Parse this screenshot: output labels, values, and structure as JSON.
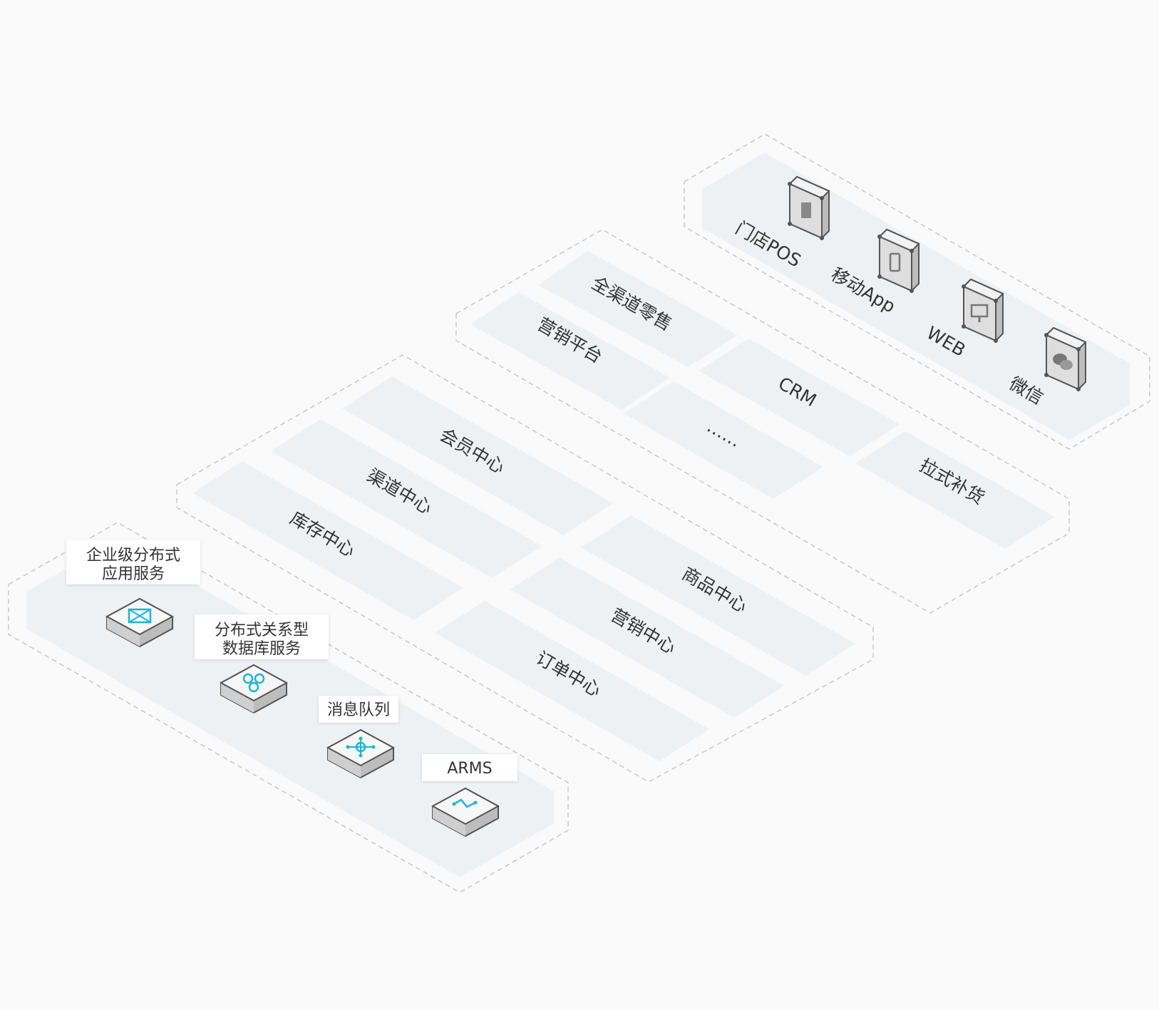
{
  "colors": {
    "background": "#fafafa",
    "tile": "#eef1f4",
    "dashed_border": "#c7c7c7",
    "text": "#333333",
    "accent_icon": "#19b6d8",
    "device_face": "#dedede",
    "device_side": "#bdbdbd"
  },
  "channels": [
    {
      "label": "门店POS",
      "icon": "pos-terminal-icon"
    },
    {
      "label": "移动App",
      "icon": "mobile-phone-icon"
    },
    {
      "label": "WEB",
      "icon": "monitor-icon"
    },
    {
      "label": "微信",
      "icon": "wechat-icon"
    }
  ],
  "applications": {
    "items": [
      "全渠道零售",
      "营销平台",
      "CRM",
      "……",
      "拉式补货"
    ]
  },
  "centers": {
    "items": [
      "会员中心",
      "渠道中心",
      "库存中心",
      "商品中心",
      "营销中心",
      "订单中心"
    ]
  },
  "infrastructure": [
    {
      "label_lines": [
        "企业级分布式",
        "应用服务"
      ],
      "icon": "distributed-app-icon"
    },
    {
      "label_lines": [
        "分布式关系型",
        "数据库服务"
      ],
      "icon": "database-icon"
    },
    {
      "label_lines": [
        "消息队列"
      ],
      "icon": "message-queue-icon"
    },
    {
      "label_lines": [
        "ARMS"
      ],
      "icon": "arms-monitor-icon"
    }
  ]
}
